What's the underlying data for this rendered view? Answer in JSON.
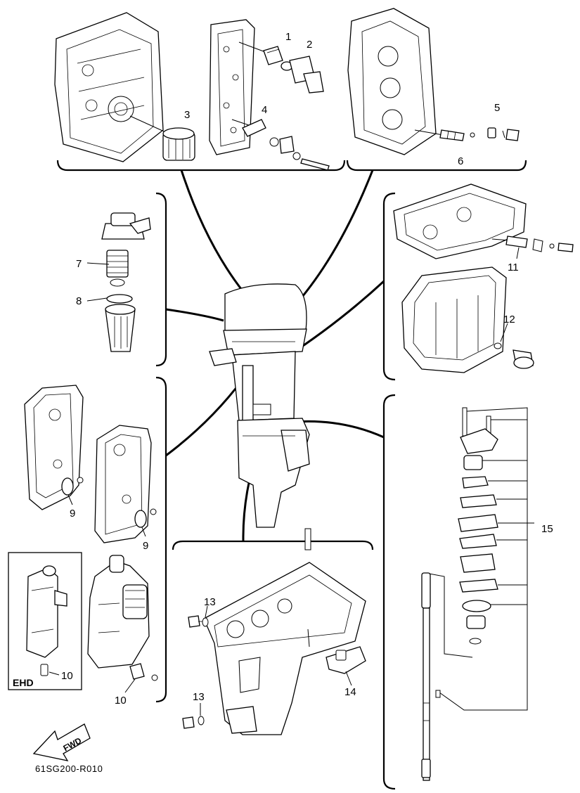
{
  "callouts": {
    "c1": "1",
    "c2": "2",
    "c3": "3",
    "c4": "4",
    "c5": "5",
    "c6": "6",
    "c7": "7",
    "c8": "8",
    "c9a": "9",
    "c9b": "9",
    "c10a": "10",
    "c10b": "10",
    "c11": "11",
    "c12": "12",
    "c13a": "13",
    "c13b": "13",
    "c14": "14",
    "c15": "15"
  },
  "inset_label": "EHD",
  "direction_arrow": "FWD",
  "drawing_code": "61SG200-R010"
}
